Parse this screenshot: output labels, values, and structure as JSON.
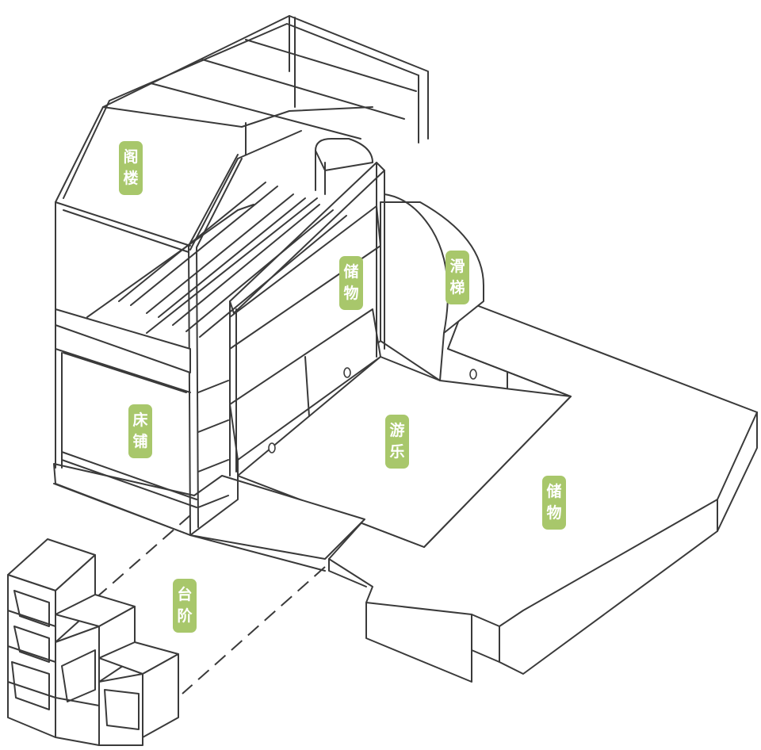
{
  "colors": {
    "label_bg": "#a8c76b",
    "line": "#3a3a3a",
    "background": "#ffffff"
  },
  "labels": [
    {
      "id": "attic",
      "chars": [
        "阁",
        "楼"
      ]
    },
    {
      "id": "storage-upper",
      "chars": [
        "储",
        "物"
      ]
    },
    {
      "id": "slide",
      "chars": [
        "滑",
        "梯"
      ]
    },
    {
      "id": "bed",
      "chars": [
        "床",
        "铺"
      ]
    },
    {
      "id": "play",
      "chars": [
        "游",
        "乐"
      ]
    },
    {
      "id": "storage-platform",
      "chars": [
        "储",
        "物"
      ]
    },
    {
      "id": "steps",
      "chars": [
        "台",
        "阶"
      ]
    }
  ]
}
